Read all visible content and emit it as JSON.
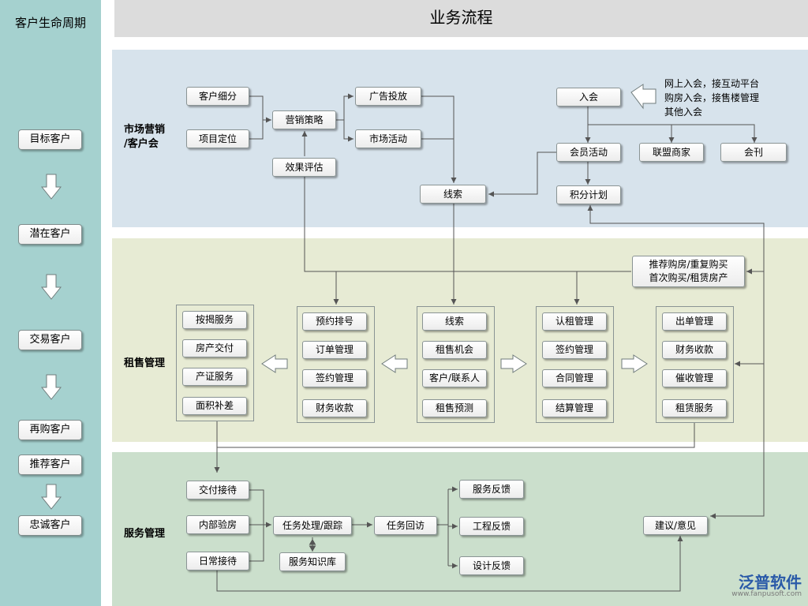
{
  "sidebar": {
    "title": "客户生命周期",
    "stages": [
      "目标客户",
      "潜在客户",
      "交易客户",
      "再购客户",
      "推荐客户",
      "忠诚客户"
    ]
  },
  "header": {
    "title": "业务流程"
  },
  "colors": {
    "sidebar": "#a5d1cf",
    "marketing_band": "#d7e3ec",
    "leasing_band": "#e7ebd4",
    "service_band": "#cbdfcc",
    "header": "#dcdcdc",
    "line": "#555555"
  },
  "marketing": {
    "label": "市场营销\n/客户会",
    "customer_segment": "客户细分",
    "project_position": "项目定位",
    "marketing_strategy": "营销策略",
    "effect_evaluation": "效果评估",
    "ad_placement": "广告投放",
    "market_activity": "市场活动",
    "leads": "线索",
    "join_club": "入会",
    "member_activity": "会员活动",
    "alliance_merchant": "联盟商家",
    "journal": "会刊",
    "points_plan": "积分计划",
    "join_notes": [
      "网上入会，接互动平台",
      "购房入会，接售楼管理",
      "其他入会"
    ]
  },
  "leasing": {
    "label": "租售管理",
    "purchase_types": "推荐购房/重复购买\n首次购买/租赁房产",
    "group1": [
      "按揭服务",
      "房产交付",
      "产证服务",
      "面积补差"
    ],
    "group2": [
      "预约排号",
      "订单管理",
      "签约管理",
      "财务收款"
    ],
    "group3": [
      "线索",
      "租售机会",
      "客户/联系人",
      "租售预测"
    ],
    "group4": [
      "认租管理",
      "签约管理",
      "合同管理",
      "结算管理"
    ],
    "group5": [
      "出单管理",
      "财务收款",
      "催收管理",
      "租赁服务"
    ]
  },
  "service": {
    "label": "服务管理",
    "delivery_reception": "交付接待",
    "internal_inspection": "内部验房",
    "daily_reception": "日常接待",
    "task_processing": "任务处理/跟踪",
    "knowledge_base": "服务知识库",
    "task_follow_up": "任务回访",
    "service_feedback": "服务反馈",
    "engineering_feedback": "工程反馈",
    "design_feedback": "设计反馈",
    "suggestions": "建议/意见"
  },
  "logo": {
    "name": "泛普软件",
    "url": "www.fanpusoft.com"
  }
}
